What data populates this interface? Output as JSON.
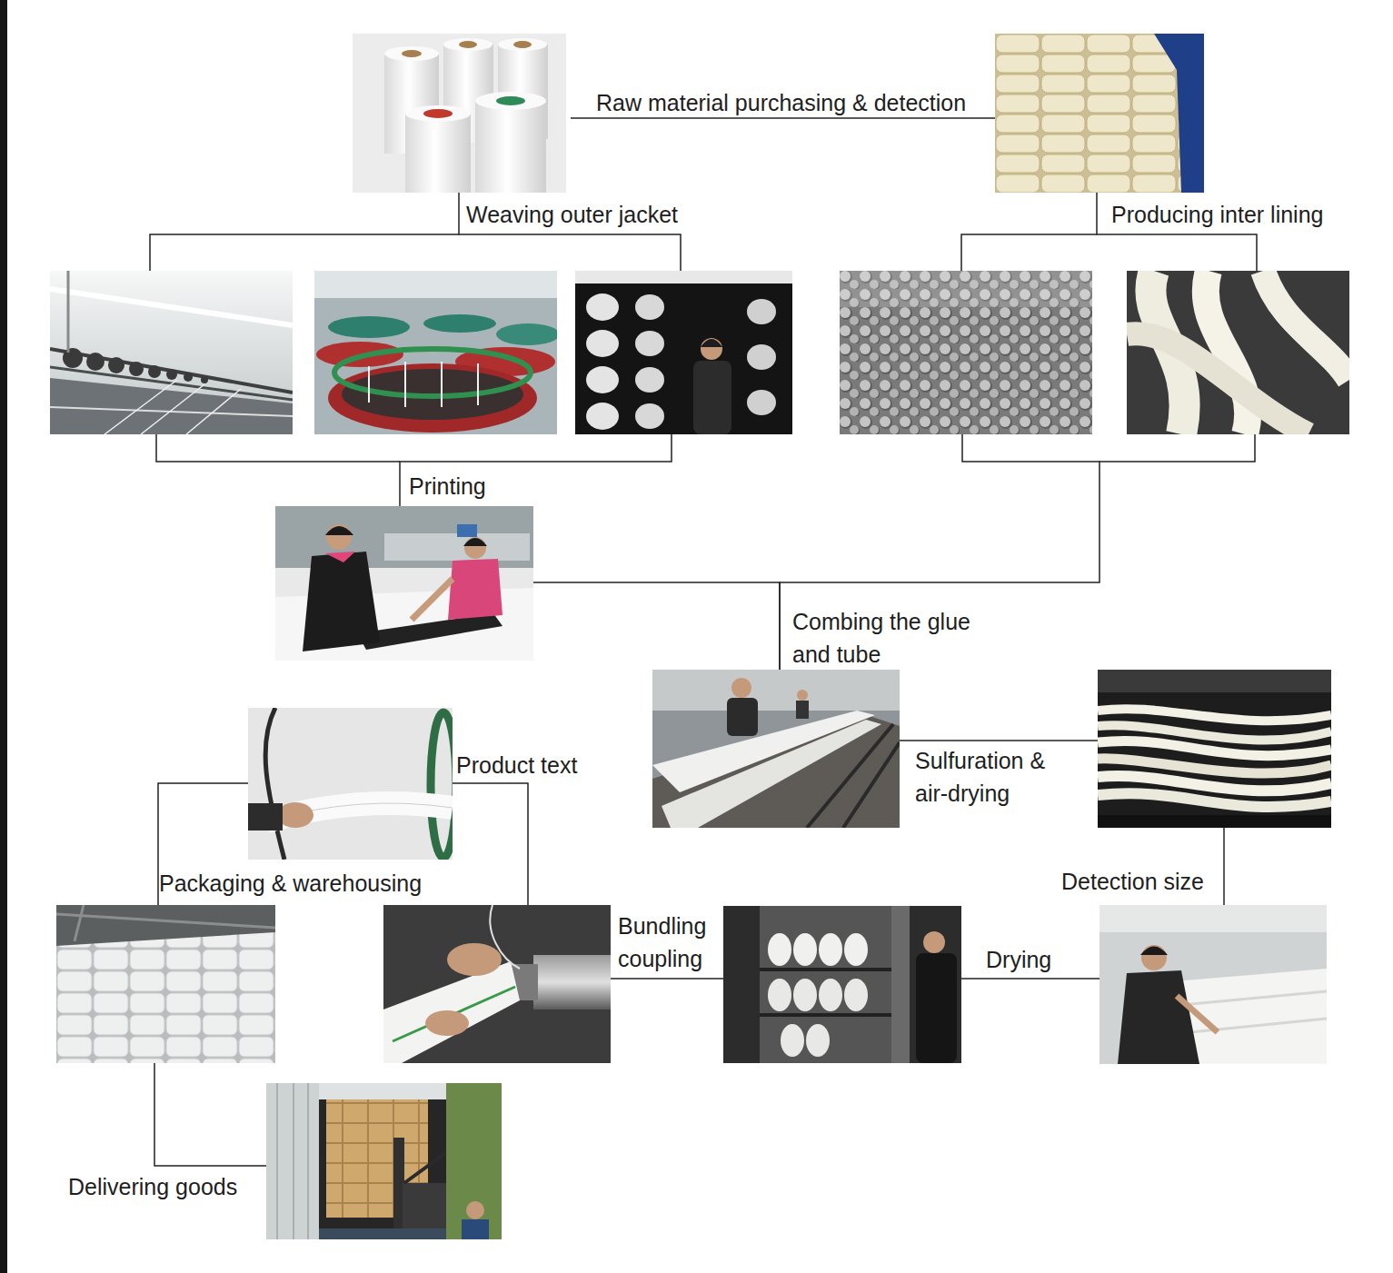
{
  "diagram": {
    "nodes": [
      {
        "text": [
          "Raw material purchasing & detection"
        ]
      },
      {
        "text": [
          "Weaving outer jacket"
        ]
      },
      {
        "text": [
          "Producing inter lining"
        ]
      },
      {
        "text": [
          "Printing"
        ]
      },
      {
        "text": [
          "Combing the glue and tube"
        ]
      },
      {
        "text": [
          "Sulfuration & air-drying"
        ]
      },
      {
        "text": [
          "Detection size"
        ]
      },
      {
        "text": [
          "Drying"
        ]
      },
      {
        "text": [
          "Bundling coupling"
        ]
      },
      {
        "text": [
          "Product text"
        ]
      },
      {
        "text": [
          "Packaging & warehousing"
        ]
      },
      {
        "text": [
          "Delivering goods"
        ]
      }
    ],
    "edges": [
      {
        "from": 0,
        "to": 1,
        "arrow": "none"
      },
      {
        "from": 0,
        "to": 2,
        "arrow": "none"
      },
      {
        "from": 1,
        "to": 3,
        "arrow": "none"
      },
      {
        "from": 2,
        "to": 4,
        "arrow": "none"
      },
      {
        "from": 3,
        "to": 4,
        "arrow": "none"
      },
      {
        "from": 4,
        "to": 5,
        "arrow": "none"
      },
      {
        "from": 5,
        "to": 6,
        "arrow": "none"
      },
      {
        "from": 6,
        "to": 7,
        "arrow": "none"
      },
      {
        "from": 7,
        "to": 8,
        "arrow": "none"
      },
      {
        "from": 8,
        "to": 9,
        "arrow": "none"
      },
      {
        "from": 9,
        "to": 10,
        "arrow": "none"
      },
      {
        "from": 10,
        "to": 11,
        "arrow": "none"
      }
    ]
  }
}
